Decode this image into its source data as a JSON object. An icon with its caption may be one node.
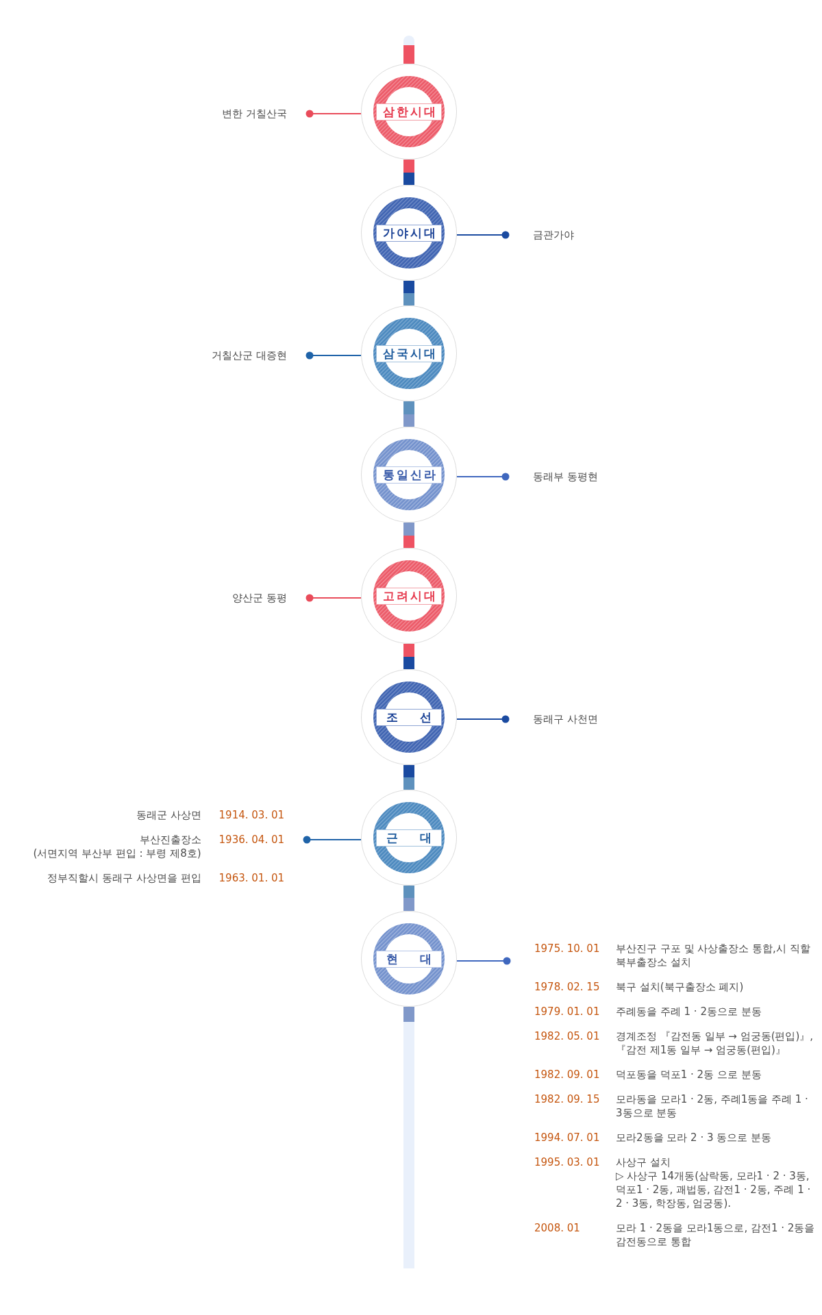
{
  "diagram": {
    "nodes": [
      {
        "text": [
          "변한 거칠산국"
        ]
      },
      {
        "text": [
          "삼한시대"
        ]
      },
      {
        "text": [
          "가야시대"
        ]
      },
      {
        "text": [
          "금관가야"
        ]
      },
      {
        "text": [
          "거칠산군 대증현"
        ]
      },
      {
        "text": [
          "삼국시대"
        ]
      },
      {
        "text": [
          "통일신라"
        ]
      },
      {
        "text": [
          "동래부 동평현"
        ]
      },
      {
        "text": [
          "양산군 동평"
        ]
      },
      {
        "text": [
          "고려시대"
        ]
      },
      {
        "text": [
          "조 선"
        ]
      },
      {
        "text": [
          "동래구 사천면"
        ]
      },
      {
        "text": [
          "동래군 사상면",
          "1914. 03. 01"
        ]
      },
      {
        "text": [
          "부산진출장소",
          "(서면지역 부산부 편입 : 부령 제8호)",
          "1936. 04. 01"
        ]
      },
      {
        "text": [
          "정부직할시 동래구 사상면을 편입",
          "1963. 01. 01"
        ]
      },
      {
        "text": [
          "근 대"
        ]
      },
      {
        "text": [
          "현 대"
        ]
      },
      {
        "text": [
          "1975. 10. 01",
          "부산진구 구포 및 사상출장소 통합,시 직할 북부출장소 설치"
        ]
      },
      {
        "text": [
          "1978. 02. 15",
          "북구 설치(북구출장소 폐지)"
        ]
      },
      {
        "text": [
          "1979. 01. 01",
          "주례동을 주례 1 · 2동으로 분동"
        ]
      },
      {
        "text": [
          "1982. 05. 01",
          "경계조정 『감전동 일부 → 엄궁동(편입)』, 『감전 제1동 일부 → 엄궁동(편입)』"
        ]
      },
      {
        "text": [
          "1982. 09. 01",
          "덕포동을 덕포1 · 2동 으로 분동"
        ]
      },
      {
        "text": [
          "1982. 09. 15",
          "모라동을 모라1 · 2동, 주례1동을 주례 1 · 3동으로 분동"
        ]
      },
      {
        "text": [
          "1994. 07. 01",
          "모라2동을 모라 2 · 3 동으로 분동"
        ]
      },
      {
        "text": [
          "1995. 03. 01",
          "사상구 설치",
          "▷ 사상구 14개동(삼락동, 모라1 · 2 · 3동, 덕포1 · 2동, 괘법동, 감전1 · 2동, 주례 1 · 2 · 3동, 학장동, 엄궁동)."
        ]
      },
      {
        "text": [
          "2008. 01",
          "모라 1 · 2동을 모라1동으로, 감전1 · 2동을 감전동으로 통합"
        ]
      }
    ],
    "edges": [
      {
        "from": 1,
        "to": 0,
        "arrow": "other",
        "color": "#e94b5a"
      },
      {
        "from": 1,
        "to": 2,
        "arrow": "none",
        "style": "thick"
      },
      {
        "from": 2,
        "to": 3,
        "arrow": "other",
        "color": "#1a4aa0"
      },
      {
        "from": 2,
        "to": 5,
        "arrow": "none",
        "style": "thick"
      },
      {
        "from": 5,
        "to": 4,
        "arrow": "other",
        "color": "#1f63a8"
      },
      {
        "from": 5,
        "to": 6,
        "arrow": "none",
        "style": "thick"
      },
      {
        "from": 6,
        "to": 7,
        "arrow": "other",
        "color": "#3f67be"
      },
      {
        "from": 6,
        "to": 9,
        "arrow": "none",
        "style": "thick"
      },
      {
        "from": 9,
        "to": 8,
        "arrow": "other",
        "color": "#e94b5a"
      },
      {
        "from": 9,
        "to": 10,
        "arrow": "none",
        "style": "thick"
      },
      {
        "from": 10,
        "to": 11,
        "arrow": "other",
        "color": "#1a4aa0"
      },
      {
        "from": 10,
        "to": 15,
        "arrow": "none",
        "style": "thick"
      },
      {
        "from": 15,
        "to": 13,
        "arrow": "other",
        "color": "#1f63a8"
      },
      {
        "from": 15,
        "to": 16,
        "arrow": "none",
        "style": "thick"
      },
      {
        "from": 16,
        "to": 17,
        "arrow": "other",
        "color": "#3f67be"
      }
    ]
  }
}
